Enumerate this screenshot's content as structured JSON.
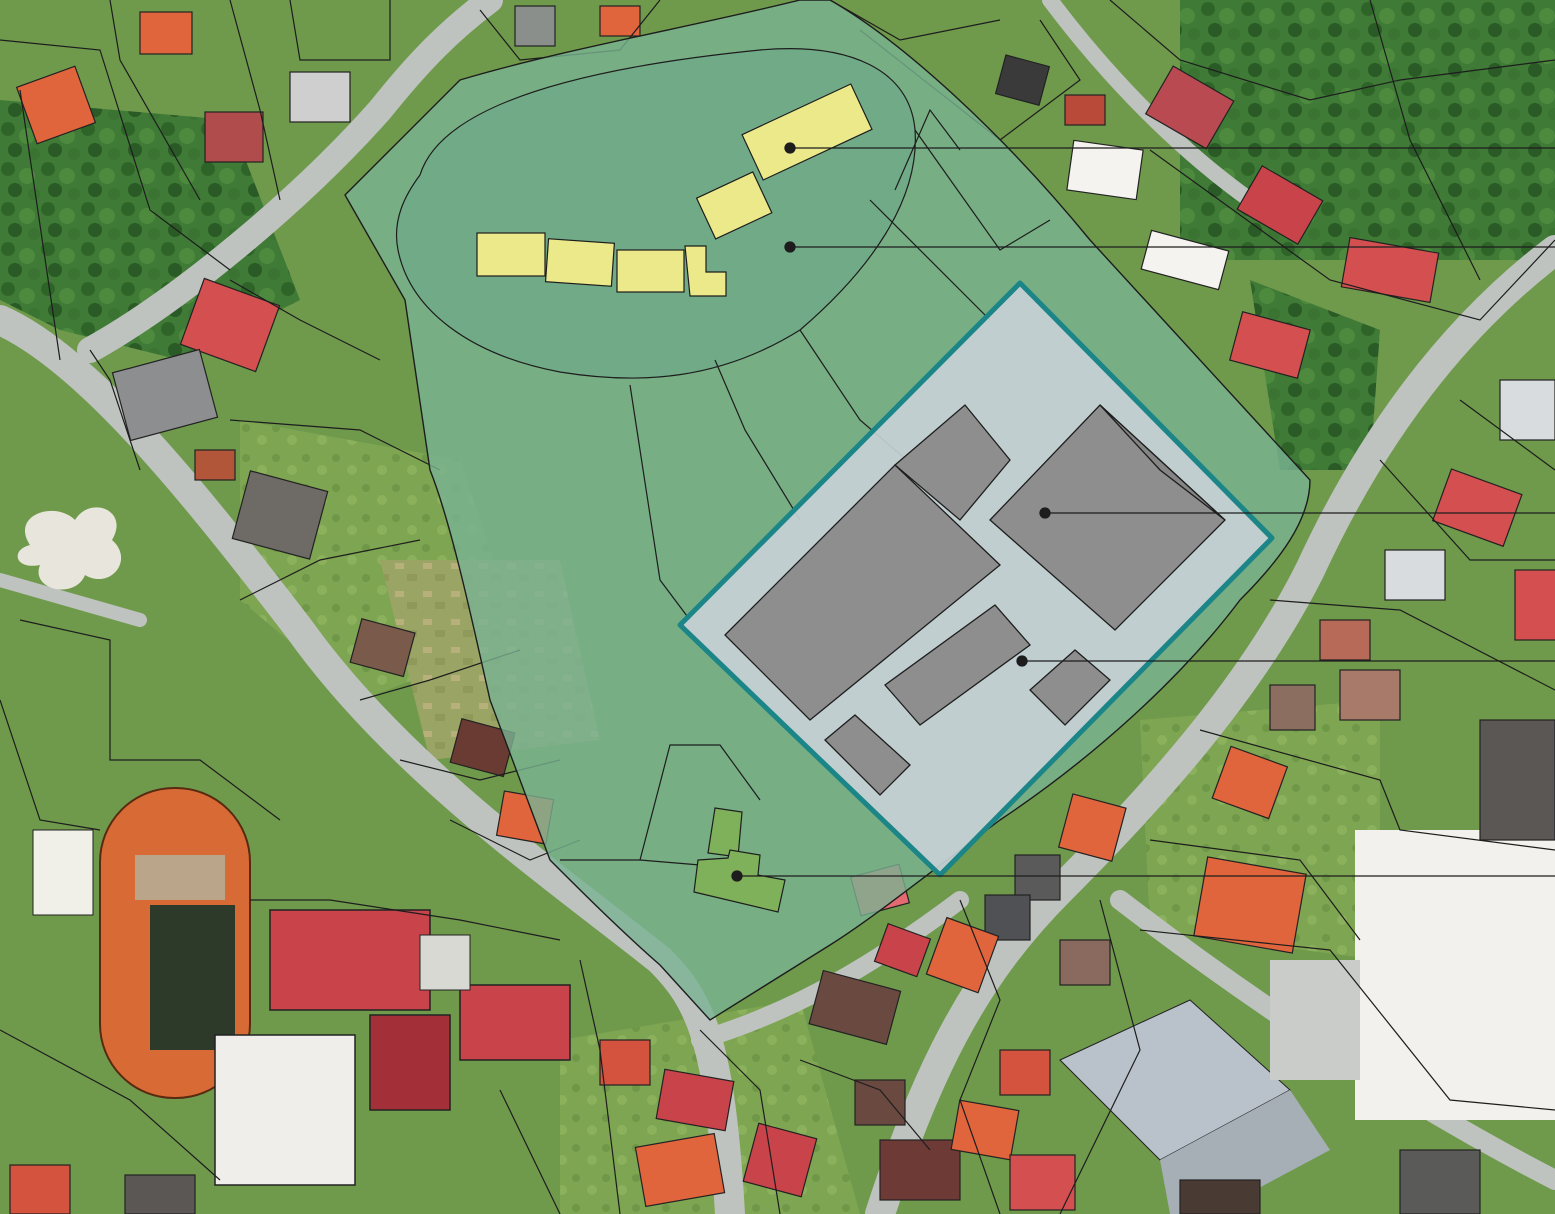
{
  "map": {
    "legend_items": [
      {
        "id": "planned-residential-buildings",
        "color": "#ece98a"
      },
      {
        "id": "green-zone-area",
        "color": "#79b392"
      },
      {
        "id": "industrial-hall-large",
        "color": "#8e8e8e"
      },
      {
        "id": "industrial-hall-small",
        "color": "#8e8e8e"
      },
      {
        "id": "green-auxiliary-buildings",
        "color": "#7fb05a"
      }
    ],
    "colors": {
      "outline": "#1b8587",
      "green_zone": "#79b392",
      "yellow_building": "#ece98a",
      "industrial_gray": "#8e8e8e",
      "green_building": "#7fb05a",
      "road": "#bfc3c0",
      "roof_red": "#c9434a",
      "roof_orange": "#e0643c",
      "track": "#d86a35",
      "pitch": "#2d3a2a"
    }
  }
}
